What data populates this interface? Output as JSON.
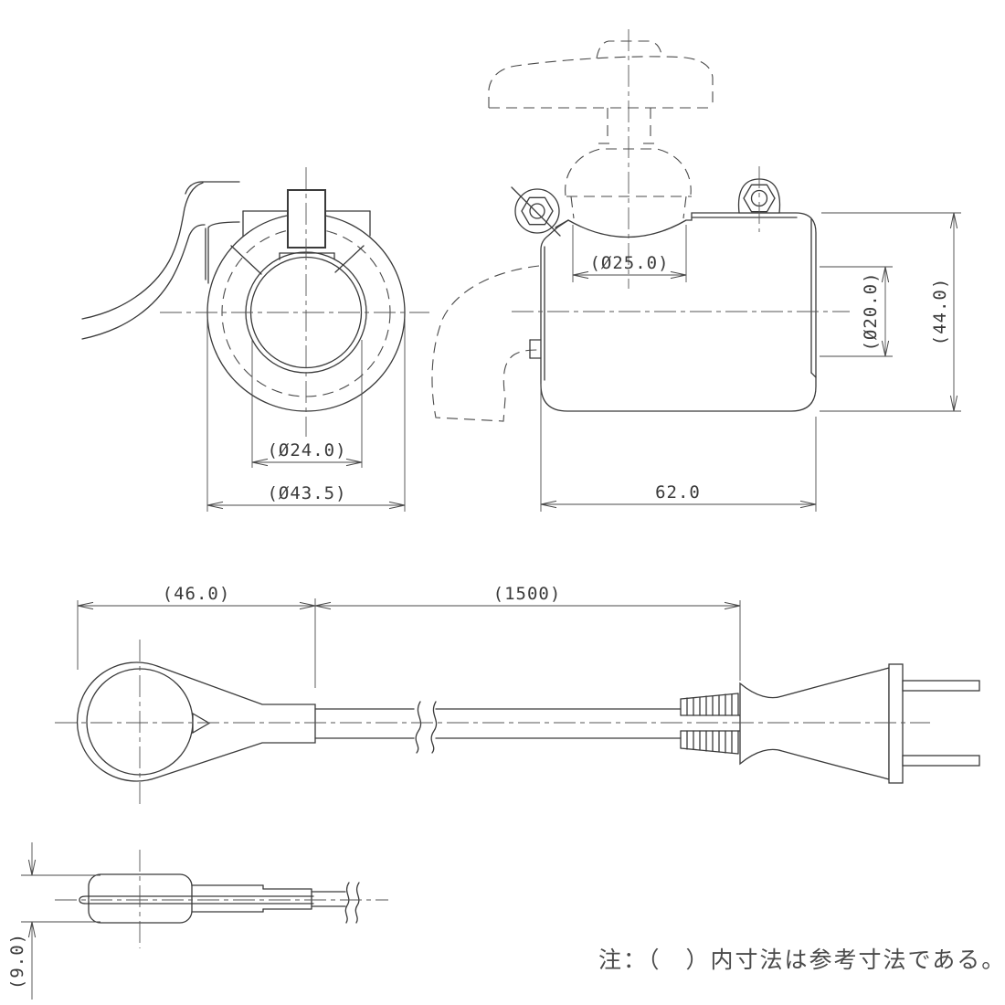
{
  "drawing": {
    "note": "注：（　）内寸法は参考寸法である。",
    "dimensions": {
      "front_inner_dia": "(Ø24.0)",
      "front_outer_dia": "(Ø43.5)",
      "faucet_dia": "(Ø25.0)",
      "outlet_dia": "(Ø20.0)",
      "body_height": "(44.0)",
      "body_width": "62.0",
      "head_length": "(46.0)",
      "cord_length": "(1500)",
      "head_thickness": "(9.0)"
    }
  }
}
